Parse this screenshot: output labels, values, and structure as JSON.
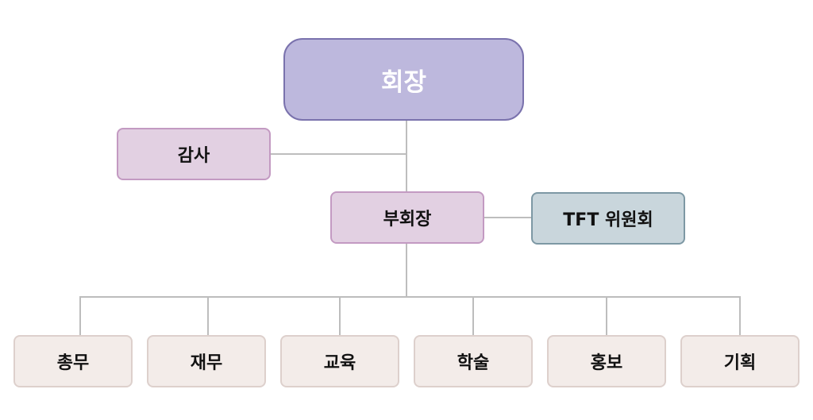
{
  "org_chart": {
    "president": "회장",
    "auditor": "감사",
    "vice_president": "부회장",
    "tft_committee": "TFT 위원회",
    "departments": [
      {
        "label": "총무"
      },
      {
        "label": "재무"
      },
      {
        "label": "교육"
      },
      {
        "label": "학술"
      },
      {
        "label": "홍보"
      },
      {
        "label": "기획"
      }
    ]
  },
  "colors": {
    "president_fill": "#bdb8dd",
    "president_border": "#7a72ad",
    "auditor_fill": "#e2d0e2",
    "vice_fill": "#e2d0e2",
    "tft_fill": "#c9d6dc",
    "department_fill": "#f3ece9",
    "connector": "#bdbdbd"
  }
}
